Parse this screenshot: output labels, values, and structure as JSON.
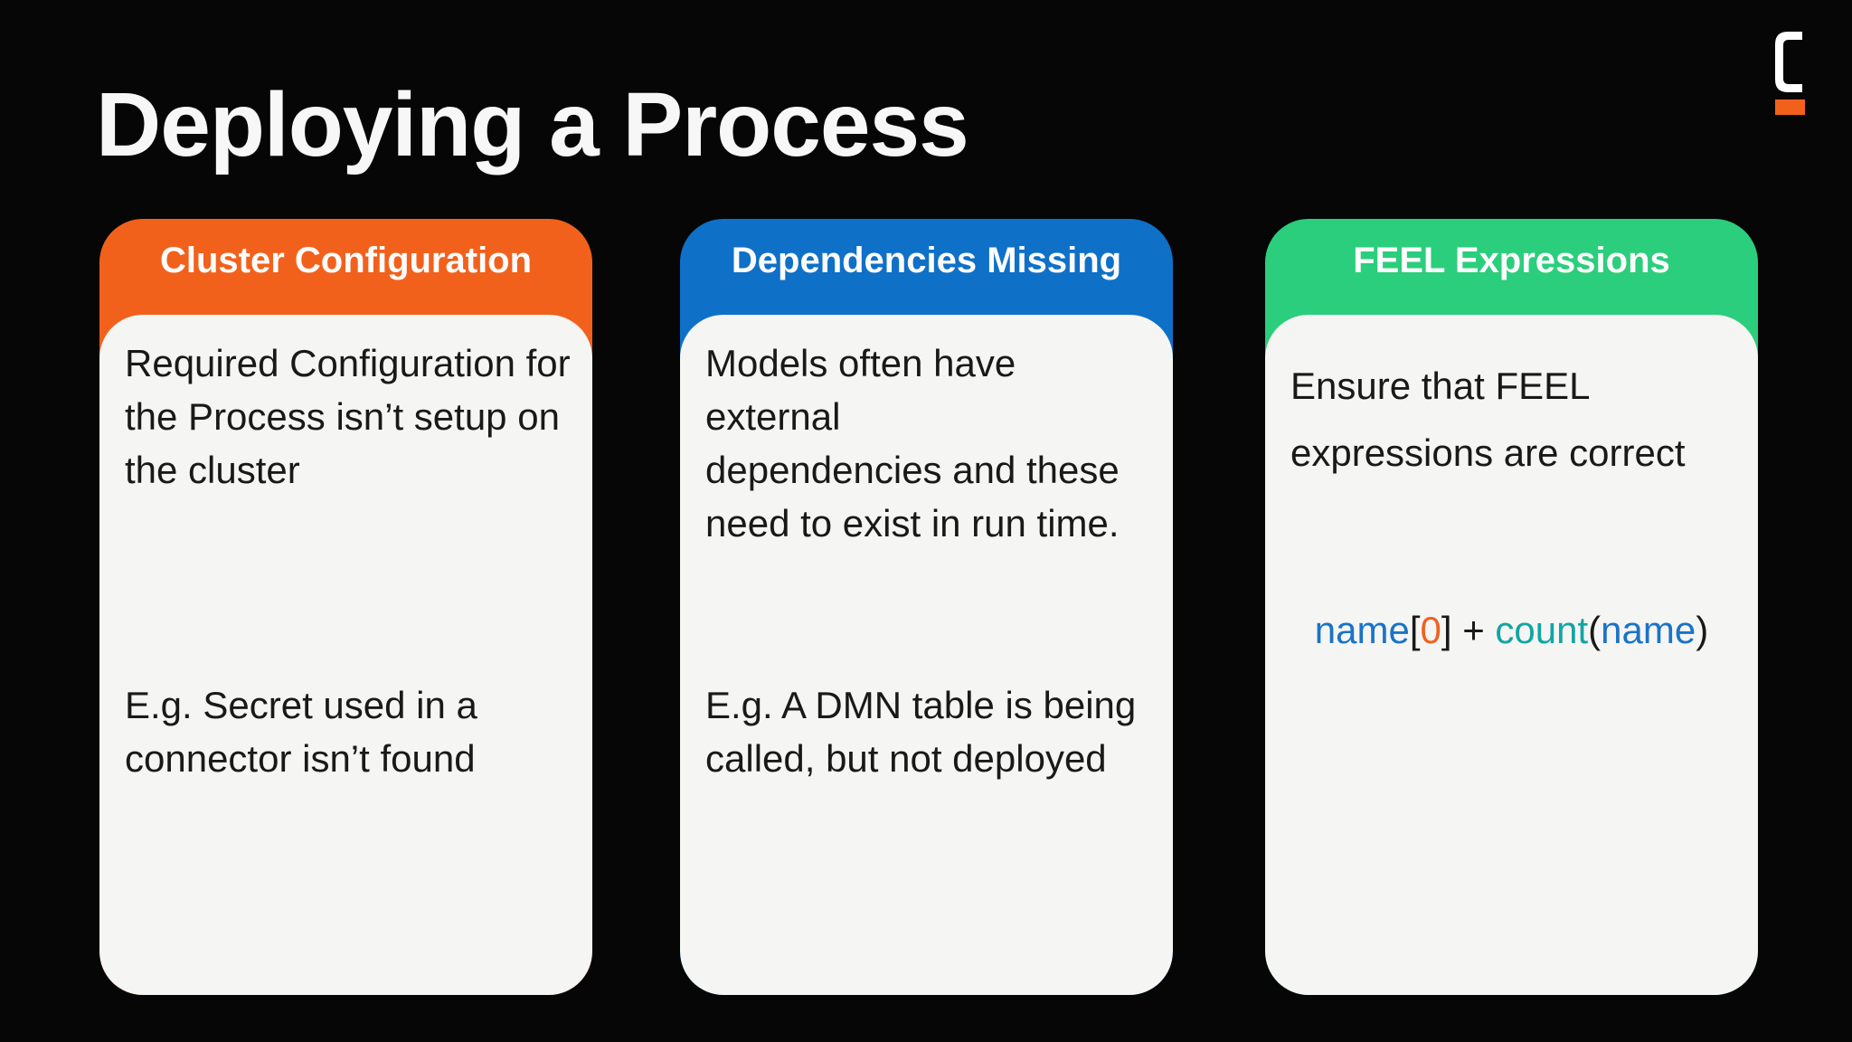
{
  "slide": {
    "title": "Deploying a Process",
    "background_color": "#060606"
  },
  "logo": {
    "name": "camunda-logo",
    "letter_color": "#FFFFFF",
    "bar_color": "#F2611C"
  },
  "cards": [
    {
      "header": "Cluster Configuration",
      "accent": "#F2611C",
      "paragraphs": [
        {
          "lines": [
            "Required Configuration for",
            "the Process isn’t setup on",
            "the cluster"
          ]
        },
        {
          "lines": [
            "E.g. Secret used in a",
            "connector isn’t found"
          ]
        }
      ]
    },
    {
      "header": "Dependencies Missing",
      "accent": "#0F70C8",
      "paragraphs": [
        {
          "lines": [
            "Models often have external",
            "dependencies and these",
            "need to exist in run time."
          ]
        },
        {
          "lines": [
            "E.g. A DMN table is being",
            "called, but not deployed"
          ]
        }
      ]
    },
    {
      "header": "FEEL Expressions",
      "accent": "#2BCE7C",
      "paragraphs": [
        {
          "lines": [
            "Ensure that FEEL",
            "expressions are correct"
          ]
        }
      ],
      "expression": {
        "tokens": [
          {
            "text": "name",
            "color": "#1A73C8"
          },
          {
            "text": "[",
            "color": "#191919"
          },
          {
            "text": "0",
            "color": "#F0611E"
          },
          {
            "text": "]",
            "color": "#191919"
          },
          {
            "text": " + ",
            "color": "#191919"
          },
          {
            "text": "count",
            "color": "#12A5A3"
          },
          {
            "text": "(",
            "color": "#191919"
          },
          {
            "text": "name",
            "color": "#1A73C8"
          },
          {
            "text": ")",
            "color": "#191919"
          }
        ]
      }
    }
  ]
}
